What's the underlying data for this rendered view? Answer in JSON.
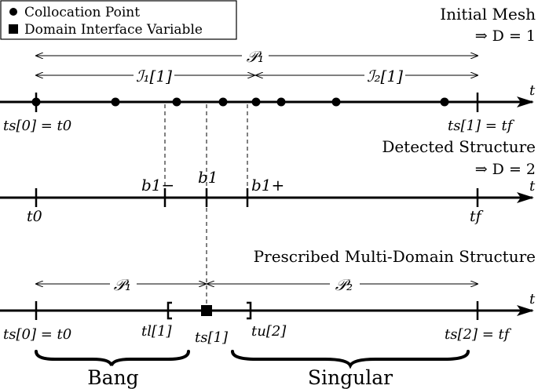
{
  "legend": {
    "collocation": "Collocation Point",
    "interface": "Domain Interface Variable"
  },
  "panel1": {
    "title": "Initial Mesh",
    "subtitle": "⇒ D = 1",
    "P1": "𝒫₁",
    "I1": "ℐ₁[1]",
    "I2": "ℐ₂[1]",
    "axis_var": "t",
    "left_label": "ts[0] = t0",
    "right_label": "ts[1] = tf"
  },
  "panel2": {
    "title": "Detected Structure",
    "subtitle": "⇒ D = 2",
    "axis_var": "t",
    "t0": "t0",
    "tf": "tf",
    "b1m": "b1−",
    "b1": "b1",
    "b1p": "b1+"
  },
  "panel3": {
    "title": "Prescribed Multi-Domain Structure",
    "P1": "𝒫₁",
    "P2": "𝒫₂",
    "axis_var": "t",
    "left_label": "ts[0] = t0",
    "tl": "tl[1]",
    "ts": "ts[1]",
    "tu": "tu[2]",
    "right_label": "ts[2] = tf",
    "bang": "Bang",
    "singular": "Singular"
  },
  "colors": {
    "ink": "#000000",
    "background": "#ffffff"
  }
}
